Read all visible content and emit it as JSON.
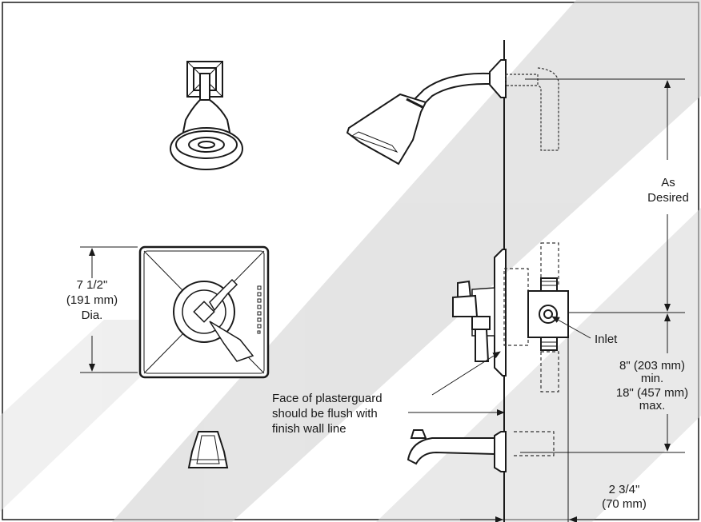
{
  "labels": {
    "as_desired_1": "As",
    "as_desired_2": "Desired",
    "dia_size": "7 1/2\"",
    "dia_mm": "(191 mm)",
    "dia_word": "Dia.",
    "inlet": "Inlet",
    "rough_min_in": "8\" (203 mm)",
    "rough_min_word": "min.",
    "rough_max_in": "18\" (457 mm)",
    "rough_max_word": "max.",
    "note_line1": "Face of plasterguard",
    "note_line2": "should be flush with",
    "note_line3": "finish wall line",
    "depth_in": "2 3/4\"",
    "depth_mm": "(70 mm)"
  },
  "colors": {
    "line": "#1a1a1a",
    "watermark": "#d0d0d0",
    "dashed": "#333333"
  }
}
